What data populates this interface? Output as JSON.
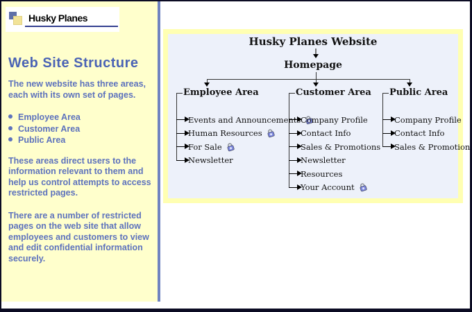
{
  "logo": {
    "text": "Husky Planes"
  },
  "sidebar": {
    "title": "Web Site Structure",
    "intro": "The new website has three areas, each with its own set of pages.",
    "bullets": [
      "Employee Area",
      "Customer Area",
      "Public Area"
    ],
    "para2": "These areas direct users to the information relevant to them and help us control attempts to access restricted pages.",
    "para3": "There are a number of restricted pages on the web site that allow employees and customers to view and edit confidential information securely."
  },
  "diagram": {
    "root": "Husky Planes Website",
    "homepage": "Homepage",
    "areas": [
      {
        "title": "Employee Area",
        "items": [
          {
            "label": "Events and Announcements",
            "locked": true
          },
          {
            "label": "Human Resources",
            "locked": true
          },
          {
            "label": "For Sale",
            "locked": true
          },
          {
            "label": "Newsletter",
            "locked": false
          }
        ]
      },
      {
        "title": "Customer Area",
        "items": [
          {
            "label": "Company Profile",
            "locked": false
          },
          {
            "label": "Contact Info",
            "locked": false
          },
          {
            "label": "Sales & Promotions",
            "locked": false
          },
          {
            "label": "Newsletter",
            "locked": false
          },
          {
            "label": "Resources",
            "locked": false
          },
          {
            "label": "Your Account",
            "locked": true
          }
        ]
      },
      {
        "title": "Public Area",
        "items": [
          {
            "label": "Company Profile",
            "locked": false
          },
          {
            "label": "Contact Info",
            "locked": false
          },
          {
            "label": "Sales & Promotions",
            "locked": false
          }
        ]
      }
    ]
  },
  "colors": {
    "sidebar_bg": "#FFFFCC",
    "accent_blue": "#4A63B5",
    "body_text_blue": "#5D72BD",
    "diagram_bg": "#EDF1FA",
    "diagram_border": "#FFFFB2",
    "lock_blue": "#7B86E0"
  }
}
